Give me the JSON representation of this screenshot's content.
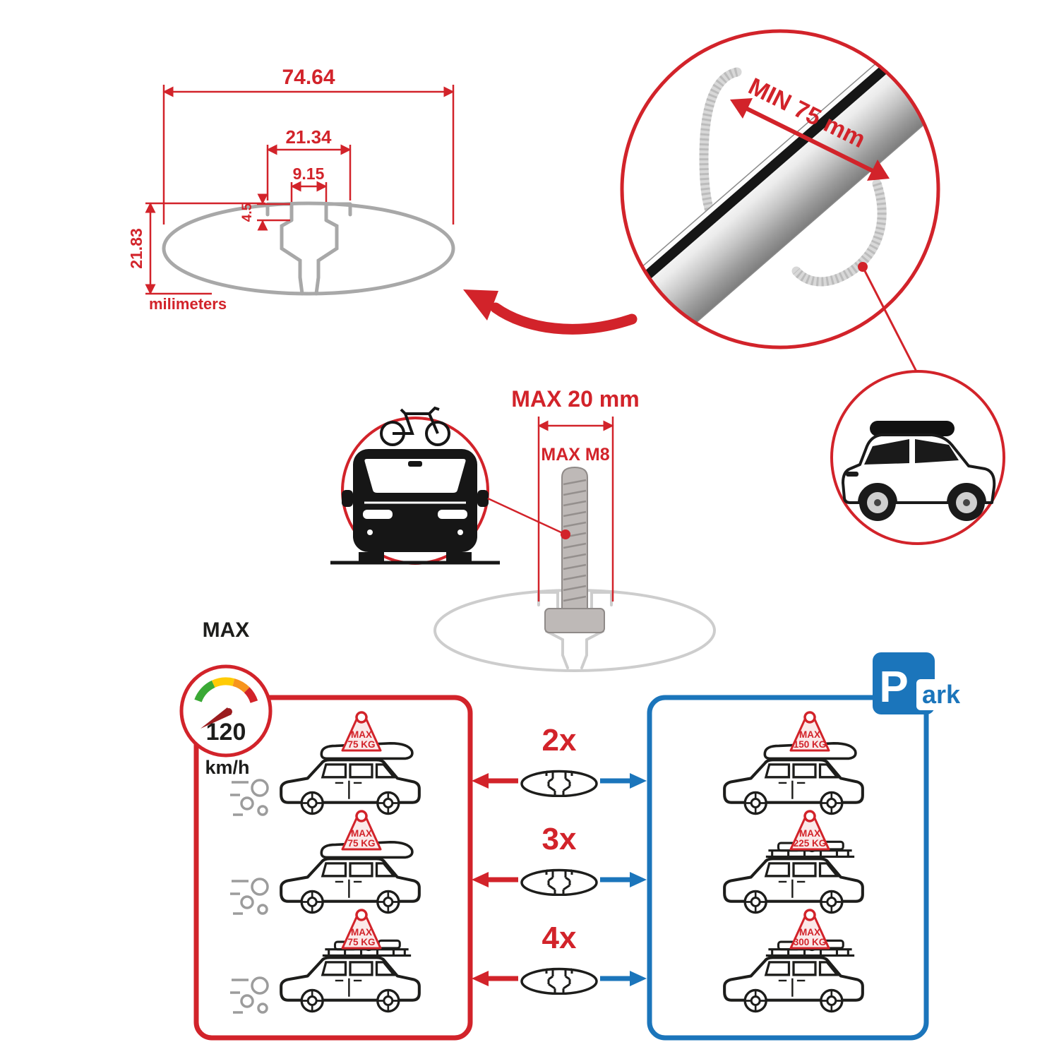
{
  "colors": {
    "red": "#d2232a",
    "blue": "#1b75bb",
    "gray": "#a8a8a8",
    "ink": "#1d1d1b"
  },
  "technical_drawing": {
    "total_width": "74.64",
    "channel_outer_width": "21.34",
    "channel_opening_width": "9.15",
    "lip_depth": "4.5",
    "total_height": "21.83",
    "units_label": "milimeters"
  },
  "crossbar_detail": {
    "min_clamp_span_label": "MIN 75 mm"
  },
  "bolt_detail": {
    "max_slot_label": "MAX 20 mm",
    "max_thread_label": "MAX M8"
  },
  "speed_limit": {
    "title": "MAX",
    "value": "120",
    "unit": "km/h"
  },
  "driving_panel": {
    "cars": [
      {
        "load_label": "MAX",
        "load_value": "75 KG"
      },
      {
        "load_label": "MAX",
        "load_value": "75 KG"
      },
      {
        "load_label": "MAX",
        "load_value": "75 KG"
      }
    ]
  },
  "multipliers": [
    {
      "label": "2x"
    },
    {
      "label": "3x"
    },
    {
      "label": "4x"
    }
  ],
  "parking_panel": {
    "sign_letter": "P",
    "sign_rest": "ark",
    "cars": [
      {
        "load_label": "MAX",
        "load_value": "150 KG"
      },
      {
        "load_label": "MAX",
        "load_value": "225 KG"
      },
      {
        "load_label": "MAX",
        "load_value": "300 KG"
      }
    ]
  }
}
